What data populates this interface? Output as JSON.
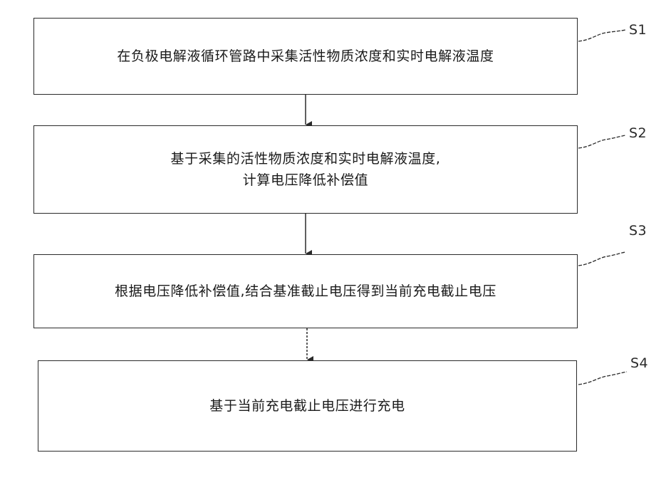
{
  "steps": [
    {
      "label": "S1",
      "lines": [
        "在负极电解液循环管路中采集活性物质浓度和实时电解液温度"
      ]
    },
    {
      "label": "S2",
      "lines": [
        "基于采集的活性物质浓度和实时电解液温度,",
        "计算电压降低补偿值"
      ]
    },
    {
      "label": "S3",
      "lines": [
        "根据电压降低补偿值,结合基准截止电压得到当前充电截止电压"
      ]
    },
    {
      "label": "S4",
      "lines": [
        "基于当前充电截止电压进行充电"
      ]
    }
  ]
}
